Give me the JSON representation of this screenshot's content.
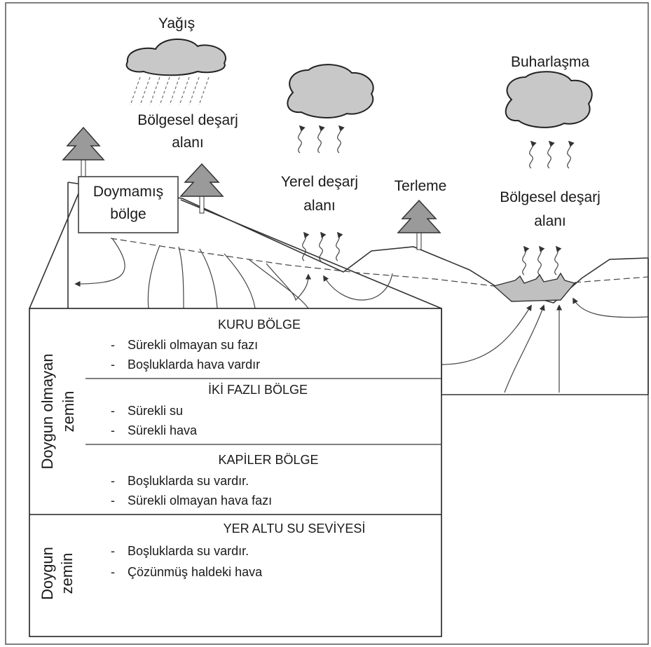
{
  "labels": {
    "precipitation": "Yağış",
    "evaporation": "Buharlaşma",
    "regional_discharge_left_l1": "Bölgesel deşarj",
    "regional_discharge_left_l2": "alanı",
    "local_discharge_l1": "Yerel deşarj",
    "local_discharge_l2": "alanı",
    "transpiration": "Terleme",
    "regional_discharge_right_l1": "Bölgesel deşarj",
    "regional_discharge_right_l2": "alanı",
    "unsaturated_zone_l1": "Doymamış",
    "unsaturated_zone_l2": "bölge"
  },
  "side_labels": {
    "unsaturated_soil_l1": "Doygun olmayan",
    "unsaturated_soil_l2": "zemin",
    "saturated_soil_l1": "Doygun",
    "saturated_soil_l2": "zemin"
  },
  "zones": [
    {
      "title": "KURU BÖLGE",
      "items": [
        "Sürekli olmayan su fazı",
        "Boşluklarda hava vardır"
      ]
    },
    {
      "title": "İKİ FAZLI BÖLGE",
      "items": [
        "Sürekli su",
        "Sürekli hava"
      ]
    },
    {
      "title": "KAPİLER BÖLGE",
      "items": [
        "Boşluklarda su vardır.",
        "Sürekli olmayan hava fazı"
      ]
    },
    {
      "title": "YER ALTU SU SEVİYESİ",
      "items": [
        "Boşluklarda su vardır.",
        "Çözünmüş haldeki hava"
      ]
    }
  ],
  "colors": {
    "cloud": "#c8c8c8",
    "tree": "#9a9a9a",
    "water": "#c0c0c0",
    "line": "#333333"
  }
}
